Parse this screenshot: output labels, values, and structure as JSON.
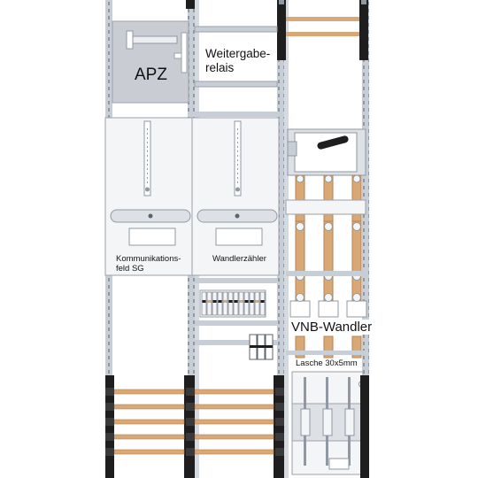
{
  "labels": {
    "apz": "APZ",
    "weitergabe_line1": "Weitergabe-",
    "weitergabe_line2": "relais",
    "kommunikation_line1": "Kommunikations-",
    "kommunikation_line2": "feld SG",
    "wandlerzaehler": "Wandlerzähler",
    "vnb_wandler": "VNB-Wandler",
    "lasche": "Lasche 30x5mm"
  },
  "colors": {
    "rail": "#c8ced6",
    "rail_dark": "#8f98a3",
    "panel": "#f4f5f7",
    "apz_panel": "#c9cdd3",
    "copper": "#d9a877",
    "copper_dark": "#b9824f",
    "block": "#1e1e1e",
    "meter_shade": "#dde1e6"
  }
}
